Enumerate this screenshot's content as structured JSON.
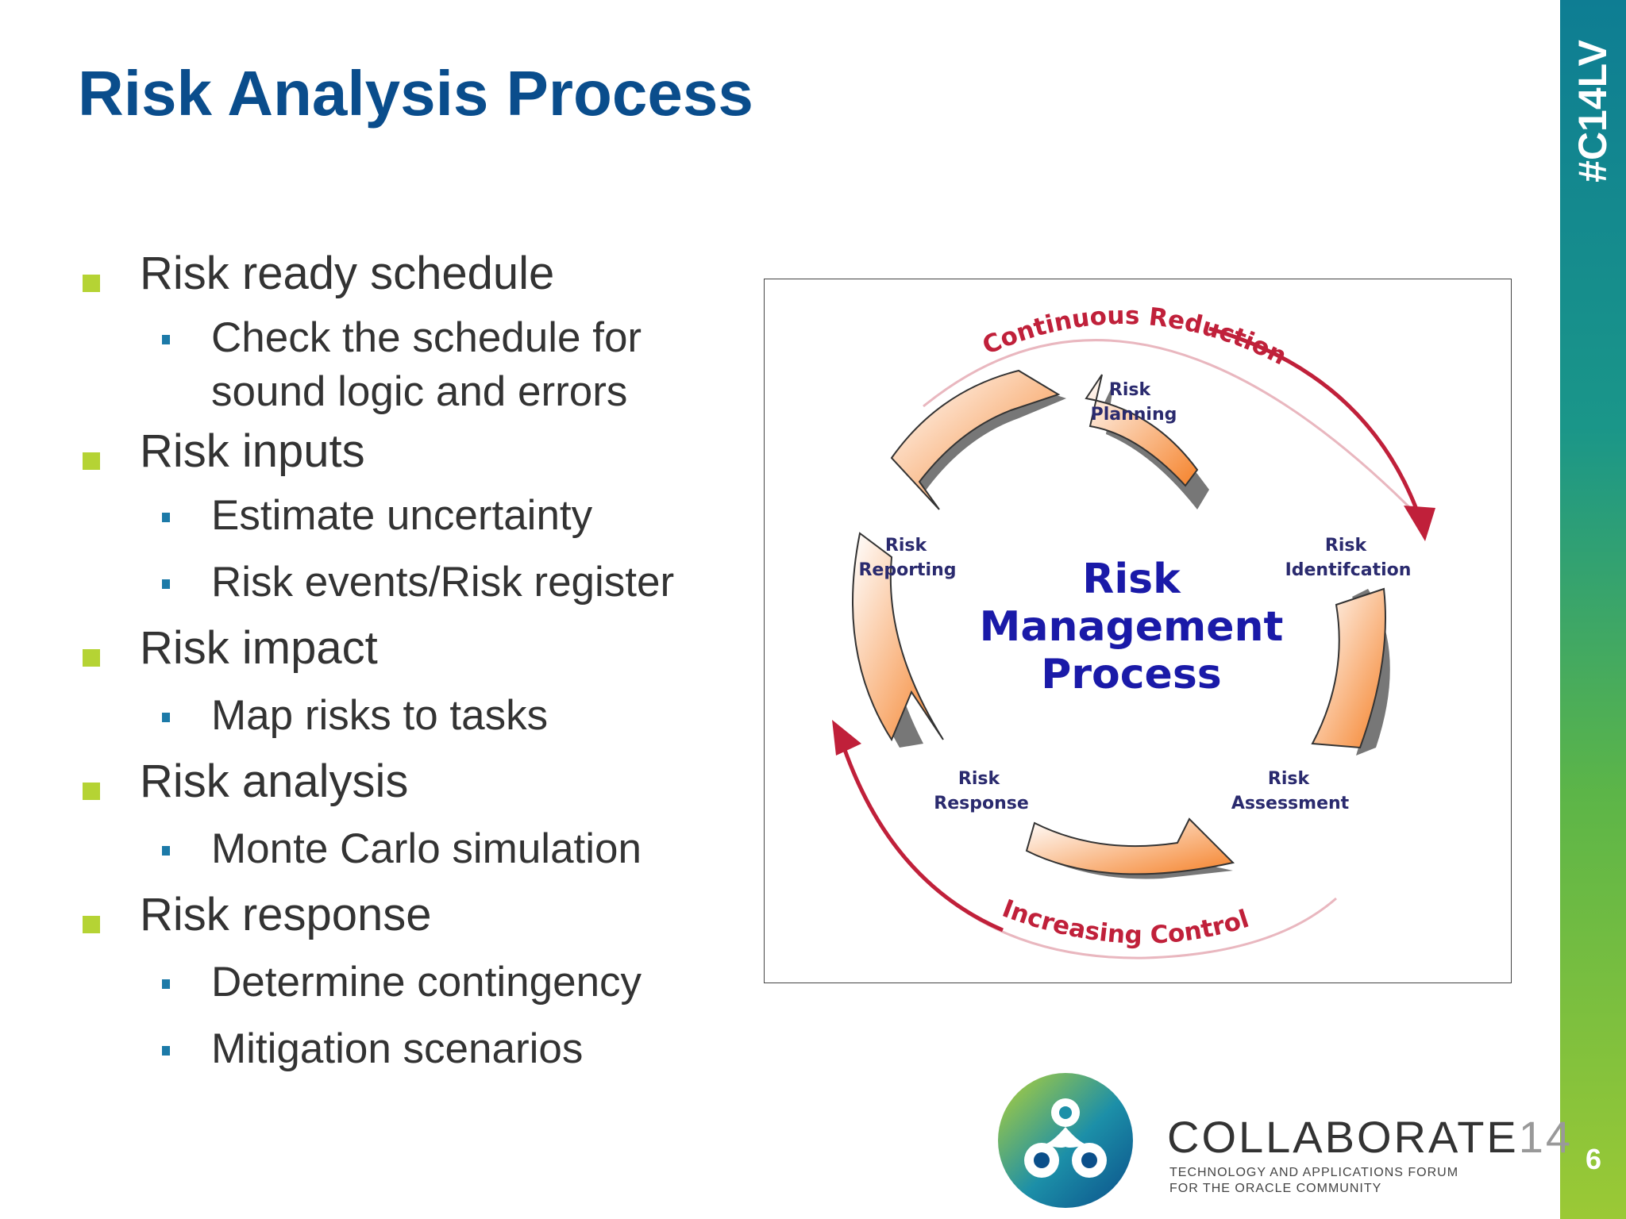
{
  "title": "Risk Analysis Process",
  "hashtag": "#C14LV",
  "page_number": "6",
  "bullets": [
    {
      "text": "Risk ready schedule",
      "sub": [
        "Check the schedule for sound logic and errors"
      ]
    },
    {
      "text": "Risk inputs",
      "sub": [
        "Estimate uncertainty",
        "Risk events/Risk register"
      ]
    },
    {
      "text": "Risk impact",
      "sub": [
        "Map risks to tasks"
      ]
    },
    {
      "text": "Risk analysis",
      "sub": [
        "Monte Carlo simulation"
      ]
    },
    {
      "text": "Risk response",
      "sub": [
        "Determine contingency",
        "Mitigation scenarios"
      ]
    }
  ],
  "diagram": {
    "top_arc_label": "Continuous Reduction",
    "bottom_arc_label": "Increasing Control",
    "center_lines": [
      "Risk",
      "Management",
      "Process"
    ],
    "steps": [
      {
        "line1": "Risk",
        "line2": "Planning"
      },
      {
        "line1": "Risk",
        "line2": "Identifcation"
      },
      {
        "line1": "Risk",
        "line2": "Assessment"
      },
      {
        "line1": "Risk",
        "line2": "Response"
      },
      {
        "line1": "Risk",
        "line2": "Reporting"
      }
    ]
  },
  "logo": {
    "brand_text": "COLLABORATE",
    "brand_number": "14",
    "tagline_line1": "TECHNOLOGY AND APPLICATIONS FORUM",
    "tagline_line2": "FOR THE ORACLE COMMUNITY"
  },
  "colors": {
    "title": "#0a4d8c",
    "bullet_l1": "#b5d334",
    "bullet_l2": "#1c7aa8",
    "arc_red": "#c0203a",
    "center_text": "#1a1aa8",
    "step_text": "#2a2a6e"
  }
}
